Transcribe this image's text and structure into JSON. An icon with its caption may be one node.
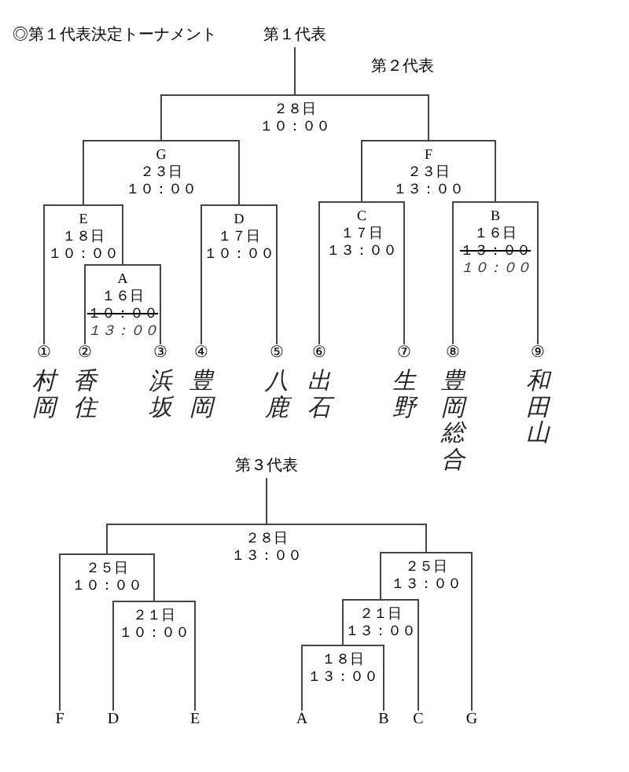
{
  "diagram": {
    "title": "◎第１代表決定トーナメント",
    "nodes": [
      {
        "text": [
          "第１代表"
        ]
      },
      {
        "text": [
          "２８日",
          "１０：００"
        ]
      },
      {
        "text": [
          "G",
          "２３日",
          "１０：００"
        ]
      },
      {
        "text": [
          "F",
          "２３日",
          "１３：００"
        ]
      },
      {
        "text": [
          "E",
          "１８日",
          "１０：００"
        ]
      },
      {
        "text": [
          "D",
          "１７日",
          "１０：００"
        ]
      },
      {
        "text": [
          "C",
          "１７日",
          "１３：００"
        ]
      },
      {
        "text": [
          "B",
          "１６日",
          "１３：００",
          "１０：００"
        ]
      },
      {
        "text": [
          "A",
          "１６日",
          "１０：００",
          "１３：００"
        ]
      },
      {
        "text": [
          "①",
          "村岡"
        ]
      },
      {
        "text": [
          "②",
          "香住"
        ]
      },
      {
        "text": [
          "③",
          "浜坂"
        ]
      },
      {
        "text": [
          "④",
          "豊岡"
        ]
      },
      {
        "text": [
          "⑤",
          "八鹿"
        ]
      },
      {
        "text": [
          "⑥",
          "出石"
        ]
      },
      {
        "text": [
          "⑦",
          "生野"
        ]
      },
      {
        "text": [
          "⑧",
          "豊岡総合"
        ]
      },
      {
        "text": [
          "⑨",
          "和田山"
        ]
      },
      {
        "text": [
          "第３代表"
        ]
      },
      {
        "text": [
          "２８日",
          "１３：００"
        ]
      },
      {
        "text": [
          "２５日",
          "１０：００"
        ]
      },
      {
        "text": [
          "２５日",
          "１３：００"
        ]
      },
      {
        "text": [
          "２１日",
          "１０：００"
        ]
      },
      {
        "text": [
          "２１日",
          "１３：００"
        ]
      },
      {
        "text": [
          "１８日",
          "１３：００"
        ]
      },
      {
        "text": [
          "F"
        ]
      },
      {
        "text": [
          "D"
        ]
      },
      {
        "text": [
          "E"
        ]
      },
      {
        "text": [
          "A"
        ]
      },
      {
        "text": [
          "B"
        ]
      },
      {
        "text": [
          "C"
        ]
      },
      {
        "text": [
          "G"
        ]
      }
    ],
    "edges": [
      {
        "from": 1,
        "to": 0,
        "arrow": "none"
      },
      {
        "from": 2,
        "to": 1,
        "arrow": "none"
      },
      {
        "from": 3,
        "to": 1,
        "arrow": "none"
      },
      {
        "from": 4,
        "to": 2,
        "arrow": "none"
      },
      {
        "from": 5,
        "to": 2,
        "arrow": "none"
      },
      {
        "from": 6,
        "to": 3,
        "arrow": "none"
      },
      {
        "from": 7,
        "to": 3,
        "arrow": "none"
      },
      {
        "from": 9,
        "to": 4,
        "arrow": "none"
      },
      {
        "from": 8,
        "to": 4,
        "arrow": "none"
      },
      {
        "from": 10,
        "to": 8,
        "arrow": "none"
      },
      {
        "from": 11,
        "to": 8,
        "arrow": "none"
      },
      {
        "from": 12,
        "to": 5,
        "arrow": "none"
      },
      {
        "from": 13,
        "to": 5,
        "arrow": "none"
      },
      {
        "from": 14,
        "to": 6,
        "arrow": "none"
      },
      {
        "from": 15,
        "to": 6,
        "arrow": "none"
      },
      {
        "from": 16,
        "to": 7,
        "arrow": "none"
      },
      {
        "from": 17,
        "to": 7,
        "arrow": "none"
      },
      {
        "from": 19,
        "to": 18,
        "arrow": "none"
      },
      {
        "from": 20,
        "to": 19,
        "arrow": "none"
      },
      {
        "from": 21,
        "to": 19,
        "arrow": "none"
      },
      {
        "from": 25,
        "to": 20,
        "arrow": "none"
      },
      {
        "from": 22,
        "to": 20,
        "arrow": "none"
      },
      {
        "from": 26,
        "to": 22,
        "arrow": "none"
      },
      {
        "from": 27,
        "to": 22,
        "arrow": "none"
      },
      {
        "from": 23,
        "to": 21,
        "arrow": "none"
      },
      {
        "from": 31,
        "to": 21,
        "arrow": "none"
      },
      {
        "from": 24,
        "to": 23,
        "arrow": "none"
      },
      {
        "from": 30,
        "to": 23,
        "arrow": "none"
      },
      {
        "from": 28,
        "to": 24,
        "arrow": "none"
      },
      {
        "from": 29,
        "to": 24,
        "arrow": "none"
      }
    ],
    "labels": [
      "第２代表"
    ]
  }
}
